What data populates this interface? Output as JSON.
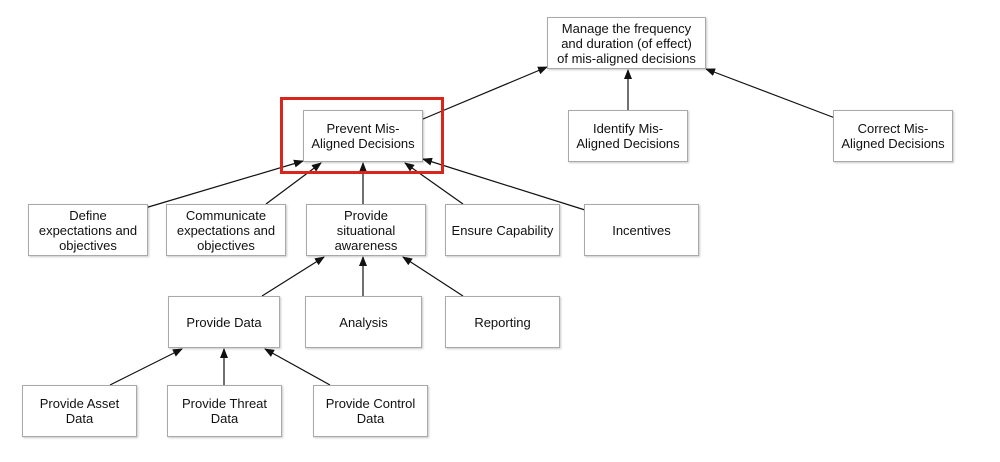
{
  "diagram": {
    "nodes": {
      "top": "Manage the frequency\nand duration (of effect)\nof mis-aligned decisions",
      "prevent": "Prevent Mis-\nAligned Decisions",
      "identify": "Identify Mis-\nAligned Decisions",
      "correct": "Correct Mis-\nAligned Decisions",
      "define": "Define\nexpectations and\nobjectives",
      "communicate": "Communicate\nexpectations and\nobjectives",
      "situational": "Provide\nsituational\nawareness",
      "ensure": "Ensure Capability",
      "incentives": "Incentives",
      "data": "Provide Data",
      "analysis": "Analysis",
      "reporting": "Reporting",
      "asset": "Provide Asset\nData",
      "threat": "Provide Threat\nData",
      "control": "Provide Control\nData"
    },
    "edges": [
      [
        "prevent",
        "top"
      ],
      [
        "identify",
        "top"
      ],
      [
        "correct",
        "top"
      ],
      [
        "define",
        "prevent"
      ],
      [
        "communicate",
        "prevent"
      ],
      [
        "situational",
        "prevent"
      ],
      [
        "ensure",
        "prevent"
      ],
      [
        "incentives",
        "prevent"
      ],
      [
        "data",
        "situational"
      ],
      [
        "analysis",
        "situational"
      ],
      [
        "reporting",
        "situational"
      ],
      [
        "asset",
        "data"
      ],
      [
        "threat",
        "data"
      ],
      [
        "control",
        "data"
      ]
    ],
    "highlighted_node": "prevent",
    "colors": {
      "highlight": "#d9261c",
      "edge": "#111111",
      "node_border": "#a9a9a9"
    }
  }
}
